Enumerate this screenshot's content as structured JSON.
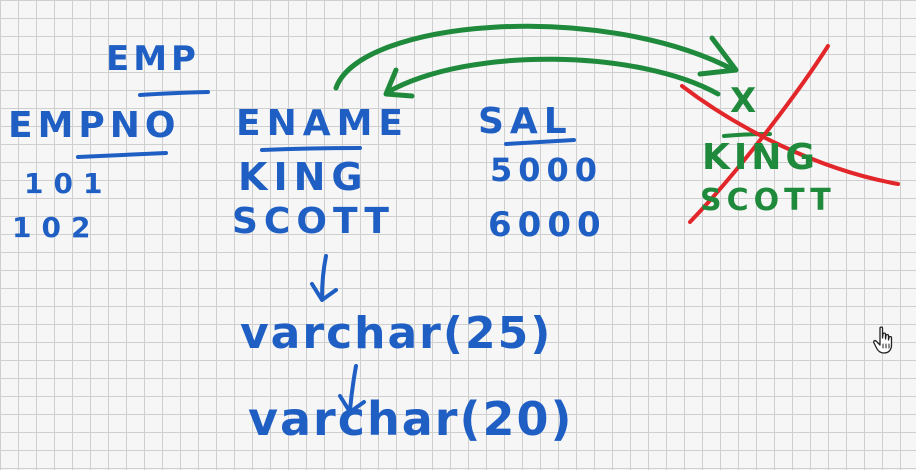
{
  "colors": {
    "blue_ink": "#1f5fc4",
    "green_ink": "#1f8a3c",
    "red_ink": "#e2262a",
    "grid_line": "#cfcfcf",
    "background": "#f6f6f6"
  },
  "table": {
    "title": "EMP",
    "headers": [
      "EMPNO",
      "ENAME",
      "SAL"
    ],
    "rows": [
      [
        "101",
        "KING",
        "5000"
      ],
      [
        "102",
        "SCOTT",
        "6000"
      ]
    ]
  },
  "type_changes": [
    "varchar(25)",
    "varchar(20)"
  ],
  "side_note": {
    "x_mark": "X",
    "values": [
      "KING",
      "SCOTT"
    ],
    "crossed_out": true
  },
  "icons": {
    "cursor": "hand-pointer-icon",
    "down_arrow": "down-arrow-icon",
    "curved_arrow": "curved-arrow-icon",
    "cross": "cross-out-icon"
  }
}
